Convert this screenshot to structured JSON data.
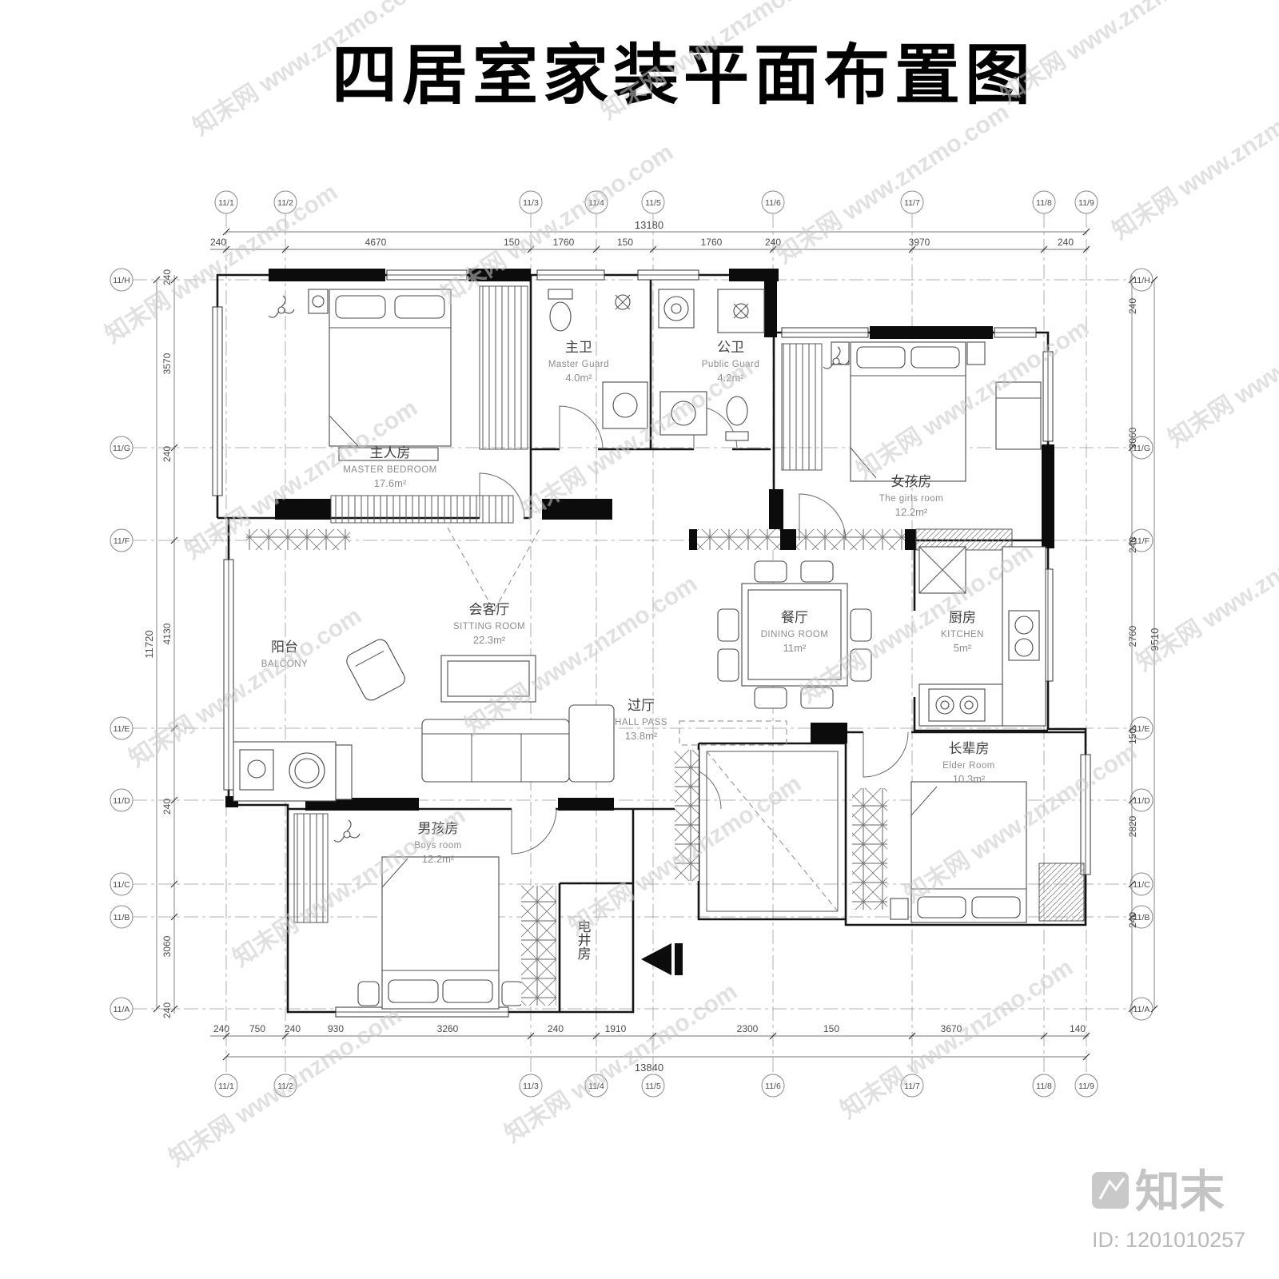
{
  "title": "四居室家装平面布置图",
  "watermark": {
    "text": "知末网 www.znzmo.com"
  },
  "brand": {
    "name": "知末",
    "id": "ID: 1201010257"
  },
  "colors": {
    "wall": "#0c0c0c",
    "watermark": "#c9c9c9",
    "paper": "#ffffff"
  },
  "grid": {
    "cols": [
      "11/1",
      "11/2",
      "11/3",
      "11/4",
      "11/5",
      "11/6",
      "11/7",
      "11/8",
      "11/9"
    ],
    "rows": [
      "11/H",
      "11/G",
      "11/F",
      "11/E",
      "11/D",
      "11/C",
      "11/B",
      "11/A"
    ]
  },
  "dims": {
    "top_total": "13180",
    "top": [
      "240",
      "4670",
      "150",
      "1760",
      "150",
      "1760",
      "240",
      "3970",
      "240"
    ],
    "bottom": [
      "240",
      "750",
      "240",
      "930",
      "3260",
      "240",
      "1910",
      "2300",
      "150",
      "3670",
      "140"
    ],
    "bottom_total": "13840",
    "left": [
      "240",
      "3570",
      "240",
      "4130",
      "240",
      "3060",
      "240"
    ],
    "left_total": "11720",
    "right": [
      "240",
      "3060",
      "240",
      "2760",
      "150",
      "2820",
      "240"
    ],
    "right_total": "9510"
  },
  "rooms": {
    "master": {
      "cn": "主人房",
      "en": "MASTER BEDROOM",
      "area": "17.6m²"
    },
    "master_bath": {
      "cn": "主卫",
      "en": "Master Guard",
      "area": "4.0m²"
    },
    "public_bath": {
      "cn": "公卫",
      "en": "Public Guard",
      "area": "4.2m²"
    },
    "girls": {
      "cn": "女孩房",
      "en": "The girls room",
      "area": "12.2m²"
    },
    "sitting": {
      "cn": "会客厅",
      "en": "SITTING ROOM",
      "area": "22.3m²"
    },
    "dining": {
      "cn": "餐厅",
      "en": "DINING ROOM",
      "area": "11m²"
    },
    "kitchen": {
      "cn": "厨房",
      "en": "KITCHEN",
      "area": "5m²"
    },
    "balcony": {
      "cn": "阳台",
      "en": "BALCONY"
    },
    "hall": {
      "cn": "过厅",
      "en": "HALL PASS",
      "area": "13.8m²"
    },
    "elder": {
      "cn": "长辈房",
      "en": "Elder Room",
      "area": "10.3m²"
    },
    "boys": {
      "cn": "男孩房",
      "en": "Boys room",
      "area": "12.2m²"
    },
    "shaft": {
      "cn": "电井房"
    }
  }
}
